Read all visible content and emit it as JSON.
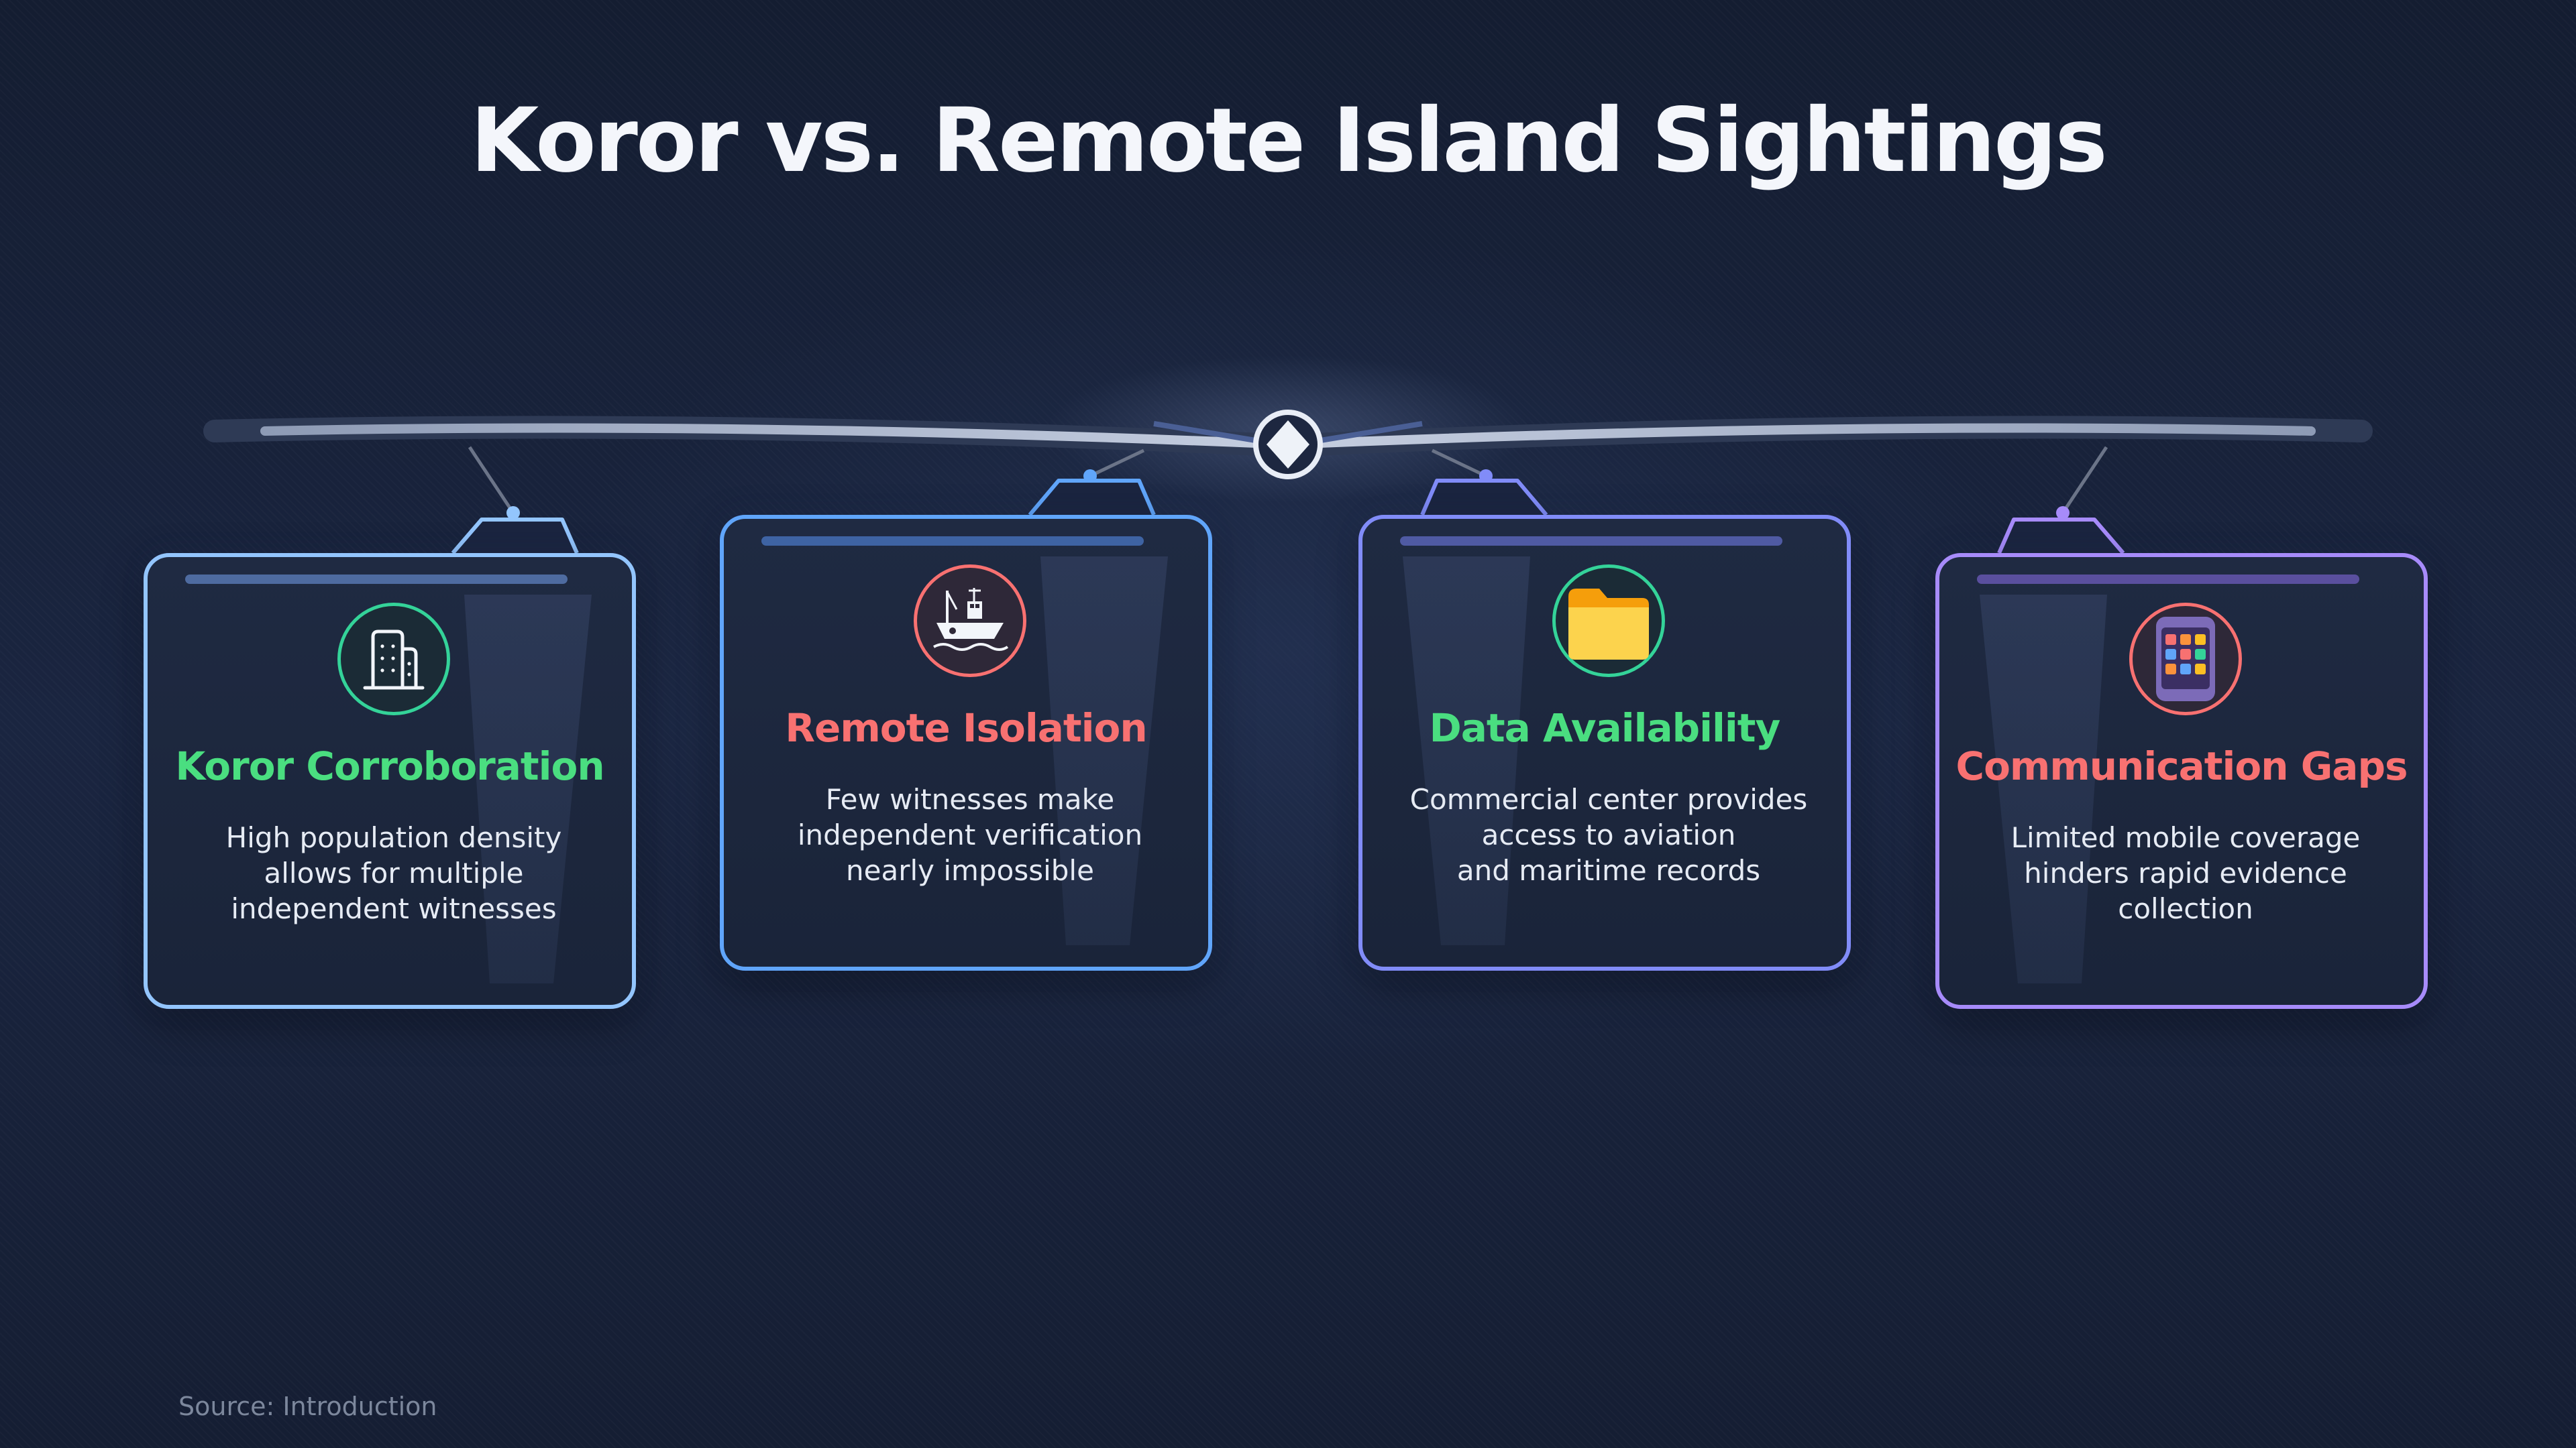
{
  "title": "Koror vs. Remote Island Sightings",
  "colors": {
    "green": "#4ade80",
    "red": "#f87171",
    "yellow": "#fcd34d",
    "blue": "#60a5fa",
    "light_blue": "#93c5fd",
    "indigo": "#818cf8",
    "purple": "#a78bfa"
  },
  "cards": [
    {
      "title": "Koror Corroboration",
      "body": "High population density\nallows for multiple\nindependent witnesses",
      "icon": "city-buildings-icon"
    },
    {
      "title": "Remote Isolation",
      "body": "Few witnesses make\nindependent verification\nnearly impossible",
      "icon": "fishing-boat-icon"
    },
    {
      "title": "Data Availability",
      "body": "Commercial center provides\naccess to aviation\nand maritime records",
      "icon": "folder-icon"
    },
    {
      "title": "Communication Gaps",
      "body": "Limited mobile coverage\nhinders rapid evidence\ncollection",
      "icon": "mobile-phone-icon"
    }
  ],
  "balance_icon": "diamond-fulcrum-icon",
  "source": "Source: Introduction"
}
